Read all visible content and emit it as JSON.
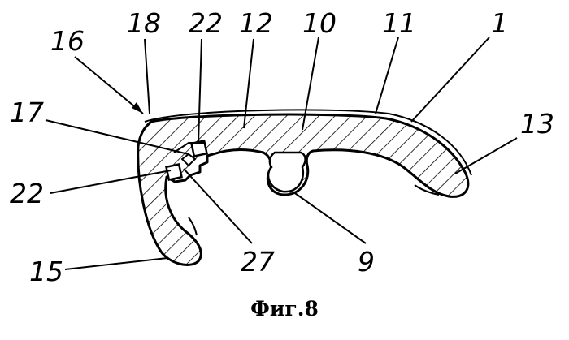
{
  "figure": {
    "caption": "Фиг.8",
    "labels": {
      "l1": "1",
      "l9": "9",
      "l10": "10",
      "l11": "11",
      "l12": "12",
      "l13": "13",
      "l15": "15",
      "l16": "16",
      "l17": "17",
      "l18": "18",
      "l22_top": "22",
      "l22_left": "22",
      "l27": "27"
    },
    "colors": {
      "ink": "#000000",
      "paper": "#ffffff"
    }
  }
}
